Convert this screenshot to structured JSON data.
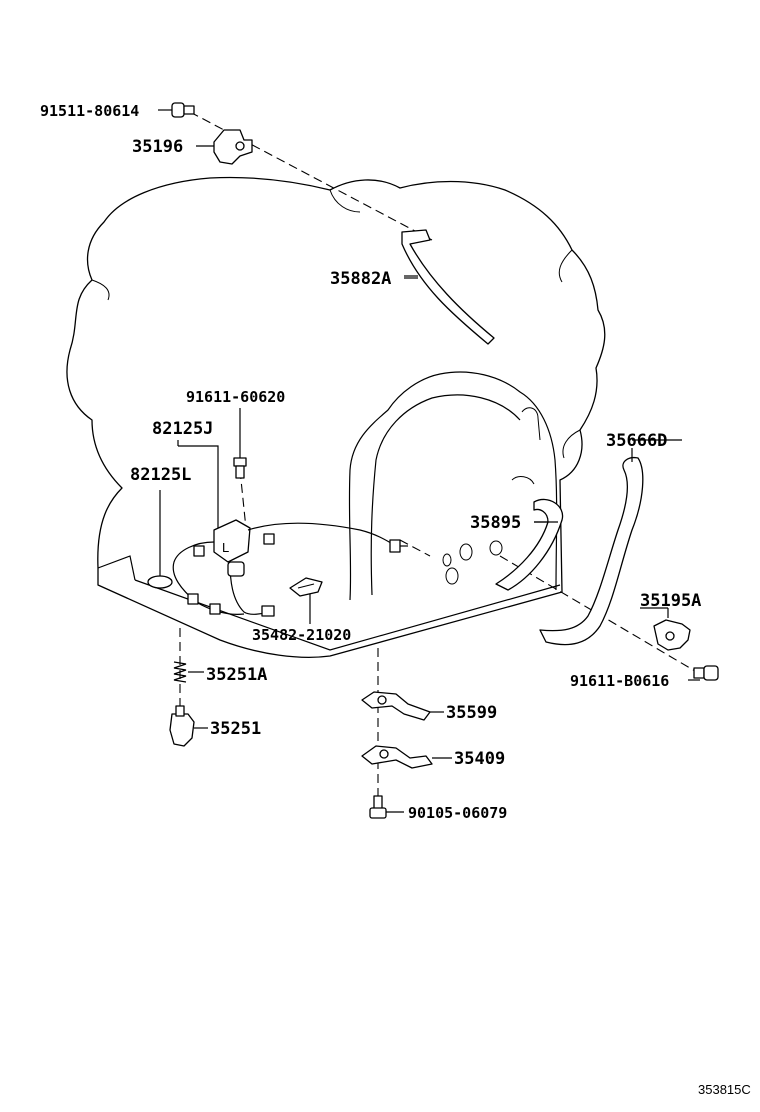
{
  "parts": {
    "bolt_top": "91511-80614",
    "clamp_top": "35196",
    "tube_upper": "35882A",
    "bolt_wire": "91611-60620",
    "harness_j": "82125J",
    "harness_l": "82125L",
    "tube_right": "35666D",
    "tube_mid": "35895",
    "clamp_right": "35195A",
    "bolt_right": "91611-B0616",
    "plate": "35482-21020",
    "spring": "35251A",
    "solenoid": "35251",
    "bracket_a": "35599",
    "bracket_b": "35409",
    "bolt_bottom": "90105-06079"
  },
  "diagram_ref": "353815C"
}
